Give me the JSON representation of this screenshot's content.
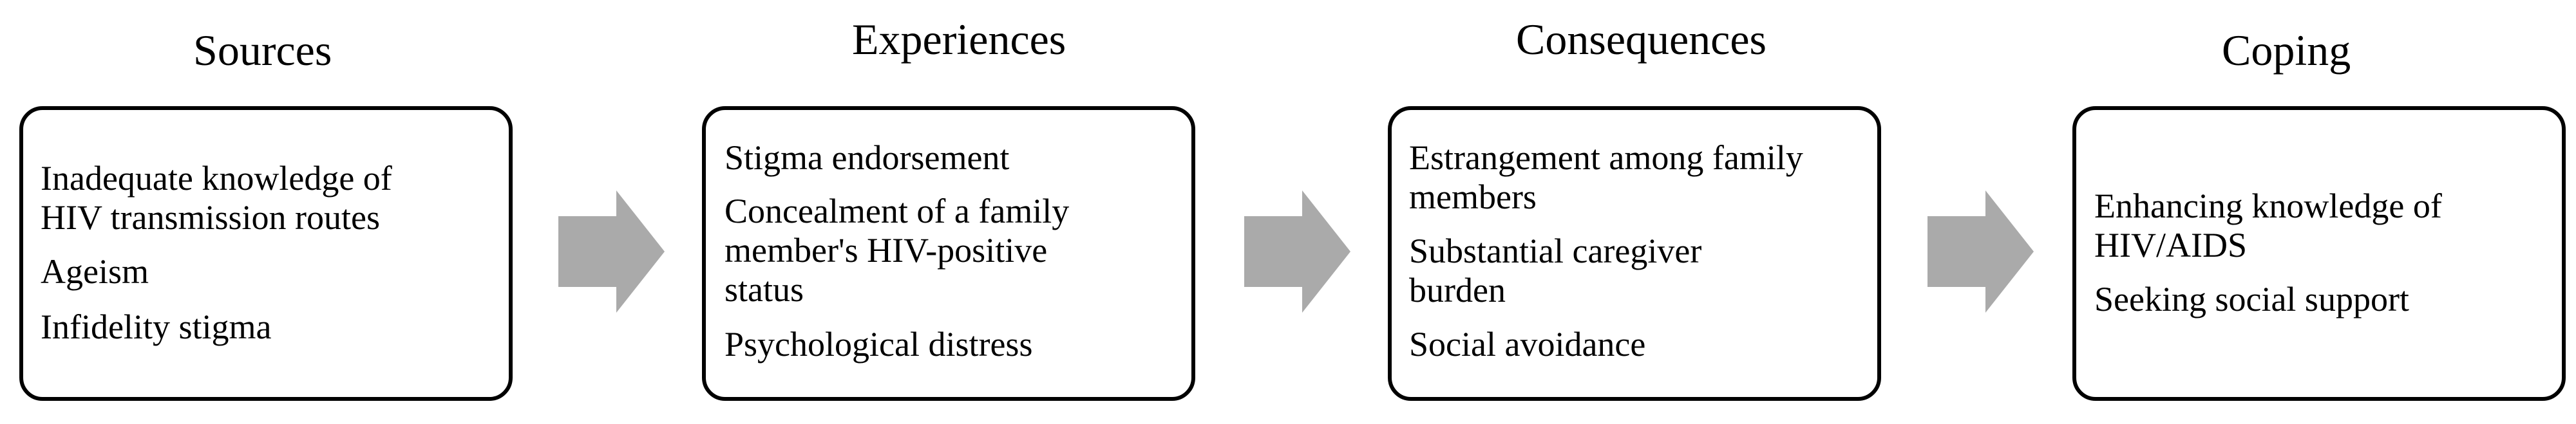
{
  "colors": {
    "border": "#000000",
    "arrow": "#aaaaaa",
    "text": "#000000"
  },
  "stages": [
    {
      "heading": "Sources",
      "items": [
        "Inadequate knowledge of\nHIV transmission routes",
        "Ageism",
        "Infidelity stigma"
      ]
    },
    {
      "heading": "Experiences",
      "items": [
        "Stigma endorsement",
        "Concealment of a family\nmember's HIV-positive\nstatus",
        "Psychological distress"
      ]
    },
    {
      "heading": "Consequences",
      "items": [
        "Estrangement among family\nmembers",
        "Substantial caregiver\nburden",
        "Social avoidance"
      ]
    },
    {
      "heading": "Coping",
      "items": [
        "Enhancing knowledge of\nHIV/AIDS",
        "Seeking social support"
      ]
    }
  ]
}
